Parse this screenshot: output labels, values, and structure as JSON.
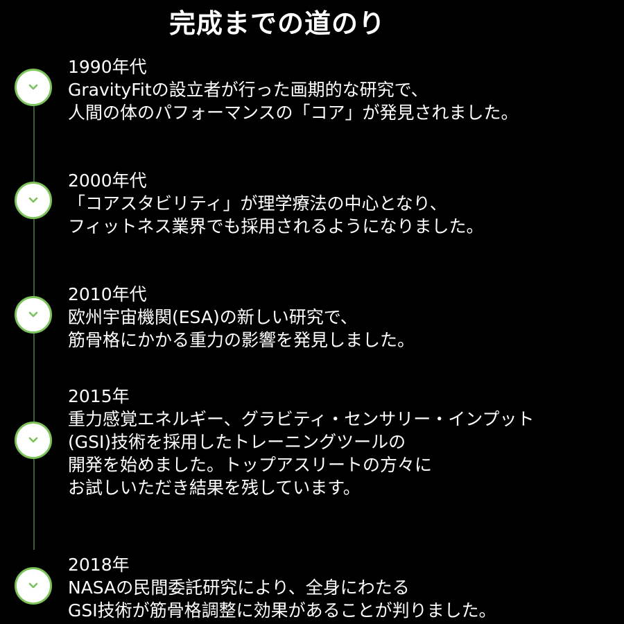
{
  "title": "完成までの道のり",
  "accent_color": "#7bc35a",
  "marker_icon": "chevron-down-icon",
  "entries": [
    {
      "year": "1990年代",
      "lines": [
        "GravityFitの設立者が行った画期的な研究で、",
        "人間の体のパフォーマンスの「コア」が発見されました。"
      ]
    },
    {
      "year": "2000年代",
      "lines": [
        "「コアスタビリティ」が理学療法の中心となり、",
        "フィットネス業界でも採用されるようになりました。"
      ]
    },
    {
      "year": "2010年代",
      "lines": [
        "欧州宇宙機関(ESA)の新しい研究で、",
        "筋骨格にかかる重力の影響を発見しました。"
      ]
    },
    {
      "year": "2015年",
      "lines": [
        "重力感覚エネルギー、グラビティ・センサリー・インプット",
        "(GSI)技術を採用したトレーニングツールの",
        "開発を始めました。トップアスリートの方々に",
        "お試しいただき結果を残しています。"
      ]
    },
    {
      "year": "2018年",
      "lines": [
        "NASAの民間委託研究により、全身にわたる",
        "GSI技術が筋骨格調整に効果があることが判りました。"
      ]
    }
  ]
}
